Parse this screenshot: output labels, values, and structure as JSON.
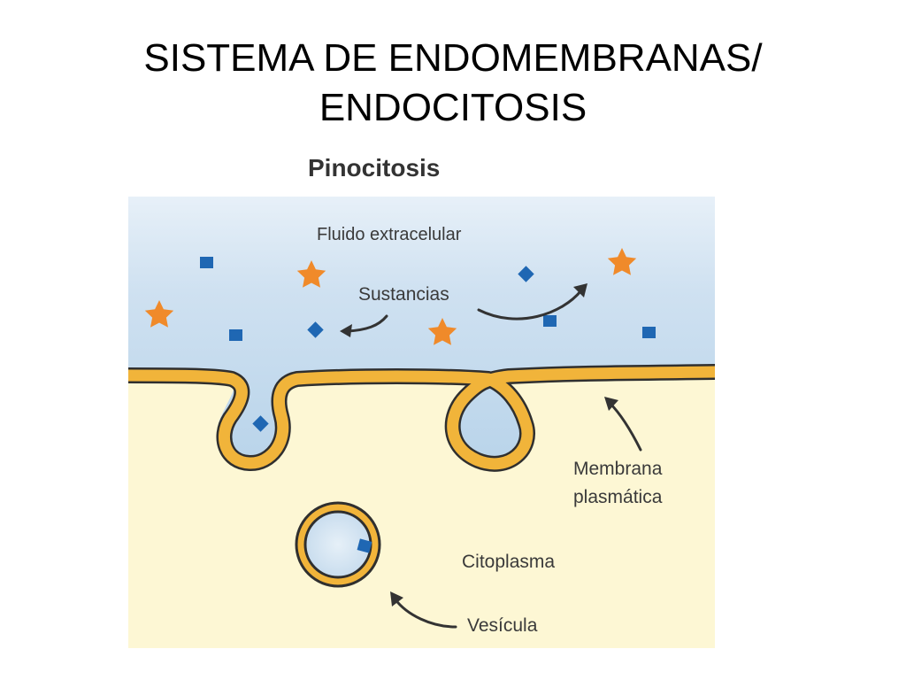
{
  "slide": {
    "title_line1": "SISTEMA DE ENDOMEMBRANAS/",
    "title_line2": "ENDOCITOSIS"
  },
  "figure": {
    "heading": "Pinocitosis",
    "labels": {
      "extracellular_fluid": "Fluido extracelular",
      "substances": "Sustancias",
      "membrane_line1": "Membrana",
      "membrane_line2": "plasmática",
      "cytoplasm": "Citoplasma",
      "vesicle": "Vesícula"
    },
    "colors": {
      "extracellular": "#b9d4ea",
      "cytoplasm": "#fdf7d4",
      "membrane": "#f1b43a",
      "membrane_outline": "#2f2f2f",
      "substance_square": "#1f67b3",
      "substance_star": "#f08a2a"
    },
    "icons": [
      "star-icon",
      "square-icon",
      "arrow-icon"
    ]
  }
}
